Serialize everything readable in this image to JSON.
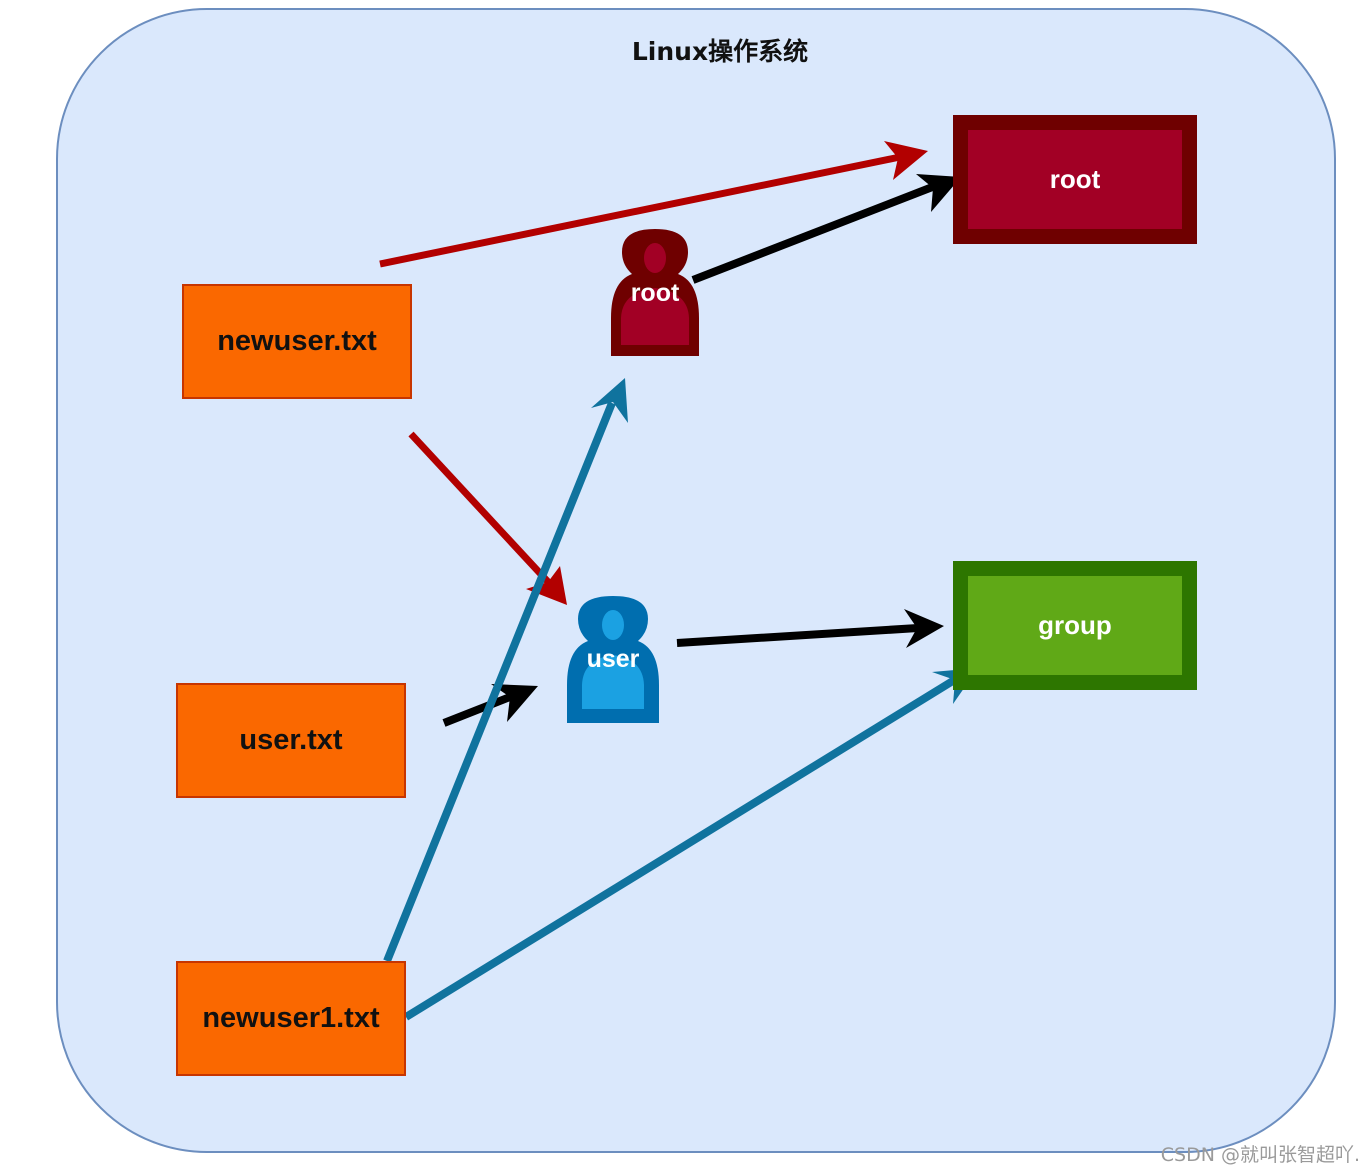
{
  "diagram": {
    "title": "Linux操作系统",
    "container_fill": "#dae8fc",
    "container_stroke": "#6c8ebf",
    "files": [
      {
        "id": "newuser",
        "label": "newuser.txt"
      },
      {
        "id": "user",
        "label": "user.txt"
      },
      {
        "id": "newuser1",
        "label": "newuser1.txt"
      }
    ],
    "users": [
      {
        "id": "root_user",
        "label": "root",
        "fill": "#a20025",
        "stroke": "#6f0000"
      },
      {
        "id": "user_user",
        "label": "user",
        "fill": "#1ba1e2",
        "stroke": "#006eaf"
      }
    ],
    "groups": [
      {
        "id": "root_group",
        "label": "root",
        "fill": "#a20025",
        "stroke": "#6f0000"
      },
      {
        "id": "group_group",
        "label": "group",
        "fill": "#60a917",
        "stroke": "#2d7600"
      }
    ],
    "edges": [
      {
        "from": "newuser.txt",
        "to": "root (group)",
        "color": "#b20000"
      },
      {
        "from": "newuser.txt",
        "to": "user (user)",
        "color": "#b20000"
      },
      {
        "from": "root (user)",
        "to": "root (group)",
        "color": "#000000"
      },
      {
        "from": "user.txt",
        "to": "user (user)",
        "color": "#000000"
      },
      {
        "from": "user (user)",
        "to": "group (group)",
        "color": "#000000"
      },
      {
        "from": "newuser1.txt",
        "to": "root (user)",
        "color": "#10739e"
      },
      {
        "from": "newuser1.txt",
        "to": "group (group)",
        "color": "#10739e"
      }
    ],
    "watermark": "CSDN @就叫张智超吖."
  }
}
